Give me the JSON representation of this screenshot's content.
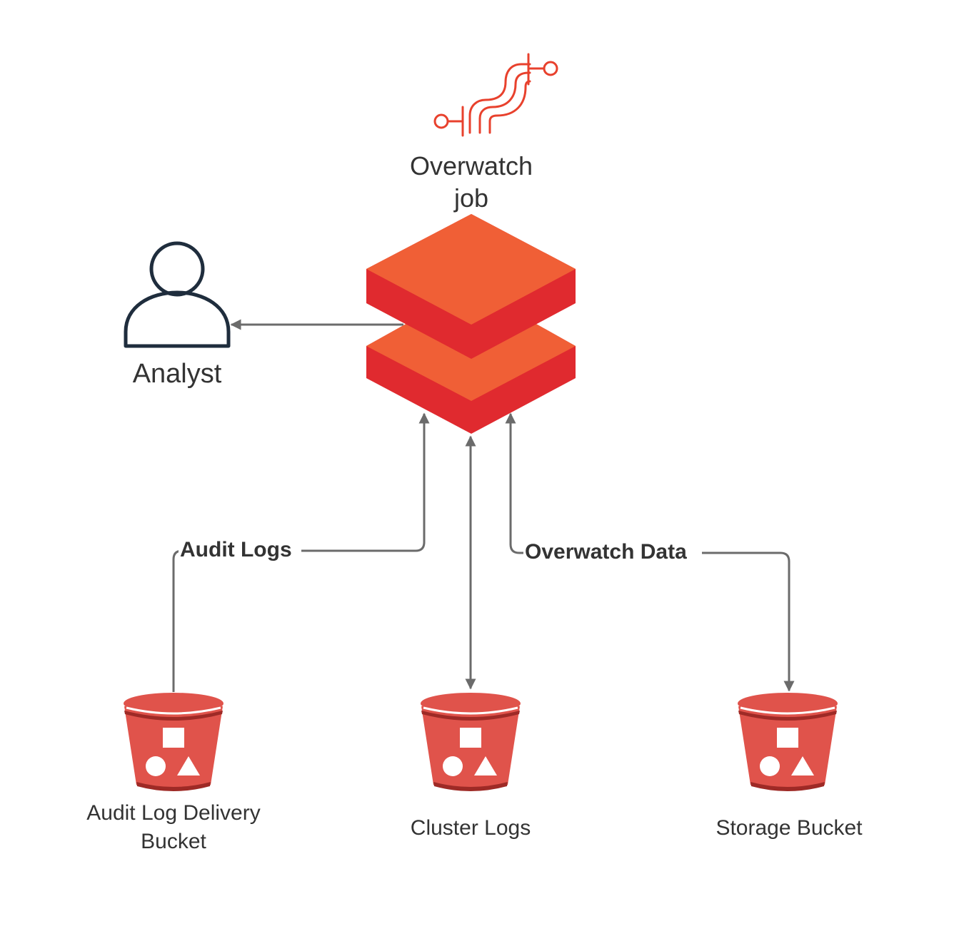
{
  "nodes": {
    "job": {
      "label_line1": "Overwatch",
      "label_line2": "job"
    },
    "analyst": {
      "label": "Analyst"
    },
    "audit_bucket": {
      "label_line1": "Audit Log Delivery",
      "label_line2": "Bucket"
    },
    "cluster_bucket": {
      "label": "Cluster Logs"
    },
    "storage_bucket": {
      "label": "Storage Bucket"
    }
  },
  "edges": {
    "audit": {
      "label": "Audit Logs"
    },
    "overwatch": {
      "label": "Overwatch Data"
    }
  },
  "icons": {
    "pipeline": "pipeline-icon",
    "databricks": "databricks-stack-icon",
    "user": "user-icon",
    "bucket": "s3-bucket-icon"
  },
  "colors": {
    "brand_red": "#e8412d",
    "layer_top": "#f05f36",
    "layer_side": "#e02a2f",
    "bucket_fill": "#e0534b",
    "bucket_dark": "#9e2a26",
    "arrow": "#6b6b6b",
    "analyst_stroke": "#1f2d3d"
  }
}
